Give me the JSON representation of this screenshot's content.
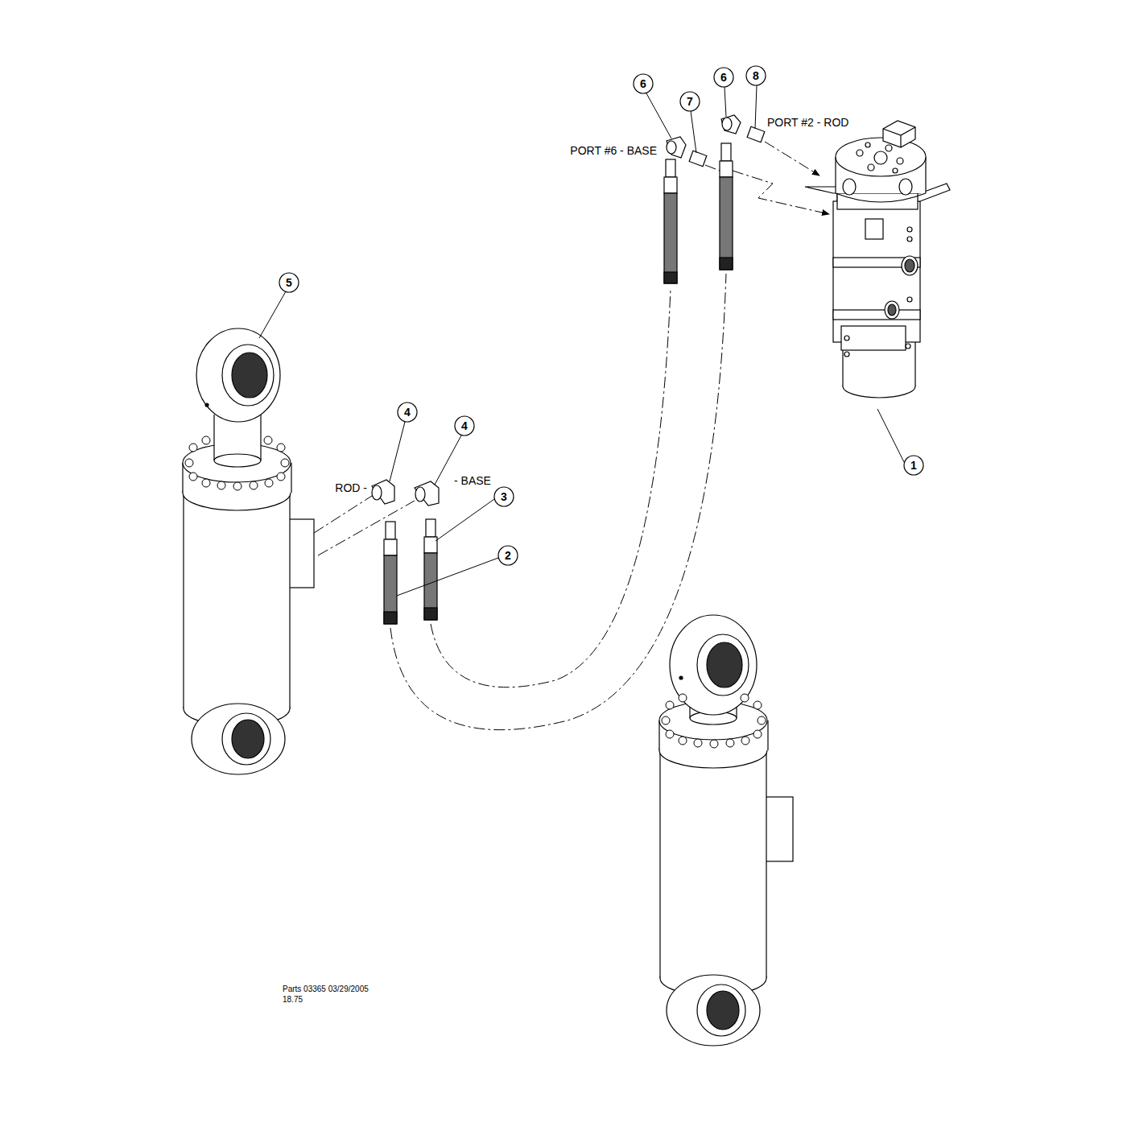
{
  "diagram": {
    "labels": [
      "6",
      "7",
      "6",
      "8",
      "PORT #6 - BASE",
      "PORT #2 - ROD",
      "5",
      "4",
      "4",
      "ROD -",
      "- BASE",
      "3",
      "2",
      "1",
      "Parts 03365 03/29/2005",
      "18.75"
    ]
  }
}
